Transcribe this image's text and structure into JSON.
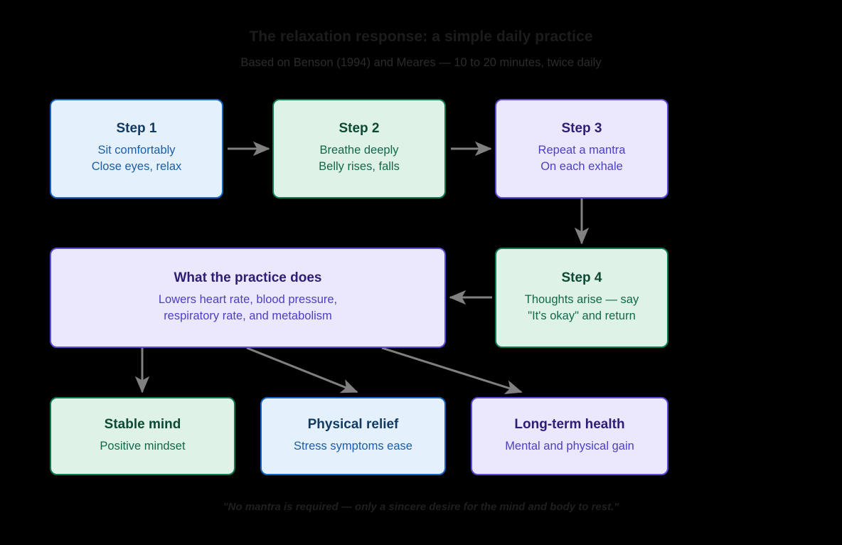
{
  "header": {
    "title": "The relaxation response: a simple daily practice",
    "subtitle": "Based on Benson (1994) and Meares — 10 to 20 minutes, twice daily"
  },
  "footer": {
    "quote": "\"No mantra is required — only a sincere desire for the mind and body to rest.\""
  },
  "colors": {
    "background": "#000000",
    "blue_fill": "#e4f0fb",
    "blue_border": "#1565c0",
    "blue_title": "#12395f",
    "blue_text": "#1a5fa8",
    "green_fill": "#dff2e7",
    "green_border": "#0f7a52",
    "green_title": "#0c4a33",
    "green_text": "#11694a",
    "purple_fill": "#ebe8fd",
    "purple_border": "#5b4bd6",
    "purple_title": "#2e1d72",
    "purple_text": "#4b3fc4",
    "arrow": "#808080",
    "title_text": "#1c1c1c",
    "subtitle_text": "#2b2b2b"
  },
  "nodes": {
    "step1": {
      "title": "Step 1",
      "line1": "Sit comfortably",
      "line2": "Close eyes, relax",
      "theme": "blue"
    },
    "step2": {
      "title": "Step 2",
      "line1": "Breathe deeply",
      "line2": "Belly rises, falls",
      "theme": "green"
    },
    "step3": {
      "title": "Step 3",
      "line1": "Repeat a mantra",
      "line2": "On each exhale",
      "theme": "purple"
    },
    "step4": {
      "title": "Step 4",
      "line1": "Thoughts arise — say",
      "line2": "\"It's okay\" and return",
      "theme": "green"
    },
    "effects": {
      "title": "What the practice does",
      "line1": "Lowers heart rate, blood pressure,",
      "line2": "respiratory rate, and metabolism",
      "theme": "purple"
    },
    "outcome1": {
      "title": "Stable mind",
      "line1": "Positive mindset",
      "theme": "green"
    },
    "outcome2": {
      "title": "Physical relief",
      "line1": "Stress symptoms ease",
      "theme": "blue"
    },
    "outcome3": {
      "title": "Long-term health",
      "line1": "Mental and physical gain",
      "theme": "purple"
    }
  },
  "edges": [
    {
      "from": "step1",
      "to": "step2",
      "direction": "right"
    },
    {
      "from": "step2",
      "to": "step3",
      "direction": "right"
    },
    {
      "from": "step3",
      "to": "step4",
      "direction": "down"
    },
    {
      "from": "step4",
      "to": "effects",
      "direction": "left"
    },
    {
      "from": "effects",
      "to": "outcome1",
      "direction": "down"
    },
    {
      "from": "effects",
      "to": "outcome2",
      "direction": "diagonal-down-right"
    },
    {
      "from": "effects",
      "to": "outcome3",
      "direction": "diagonal-down-right"
    }
  ]
}
